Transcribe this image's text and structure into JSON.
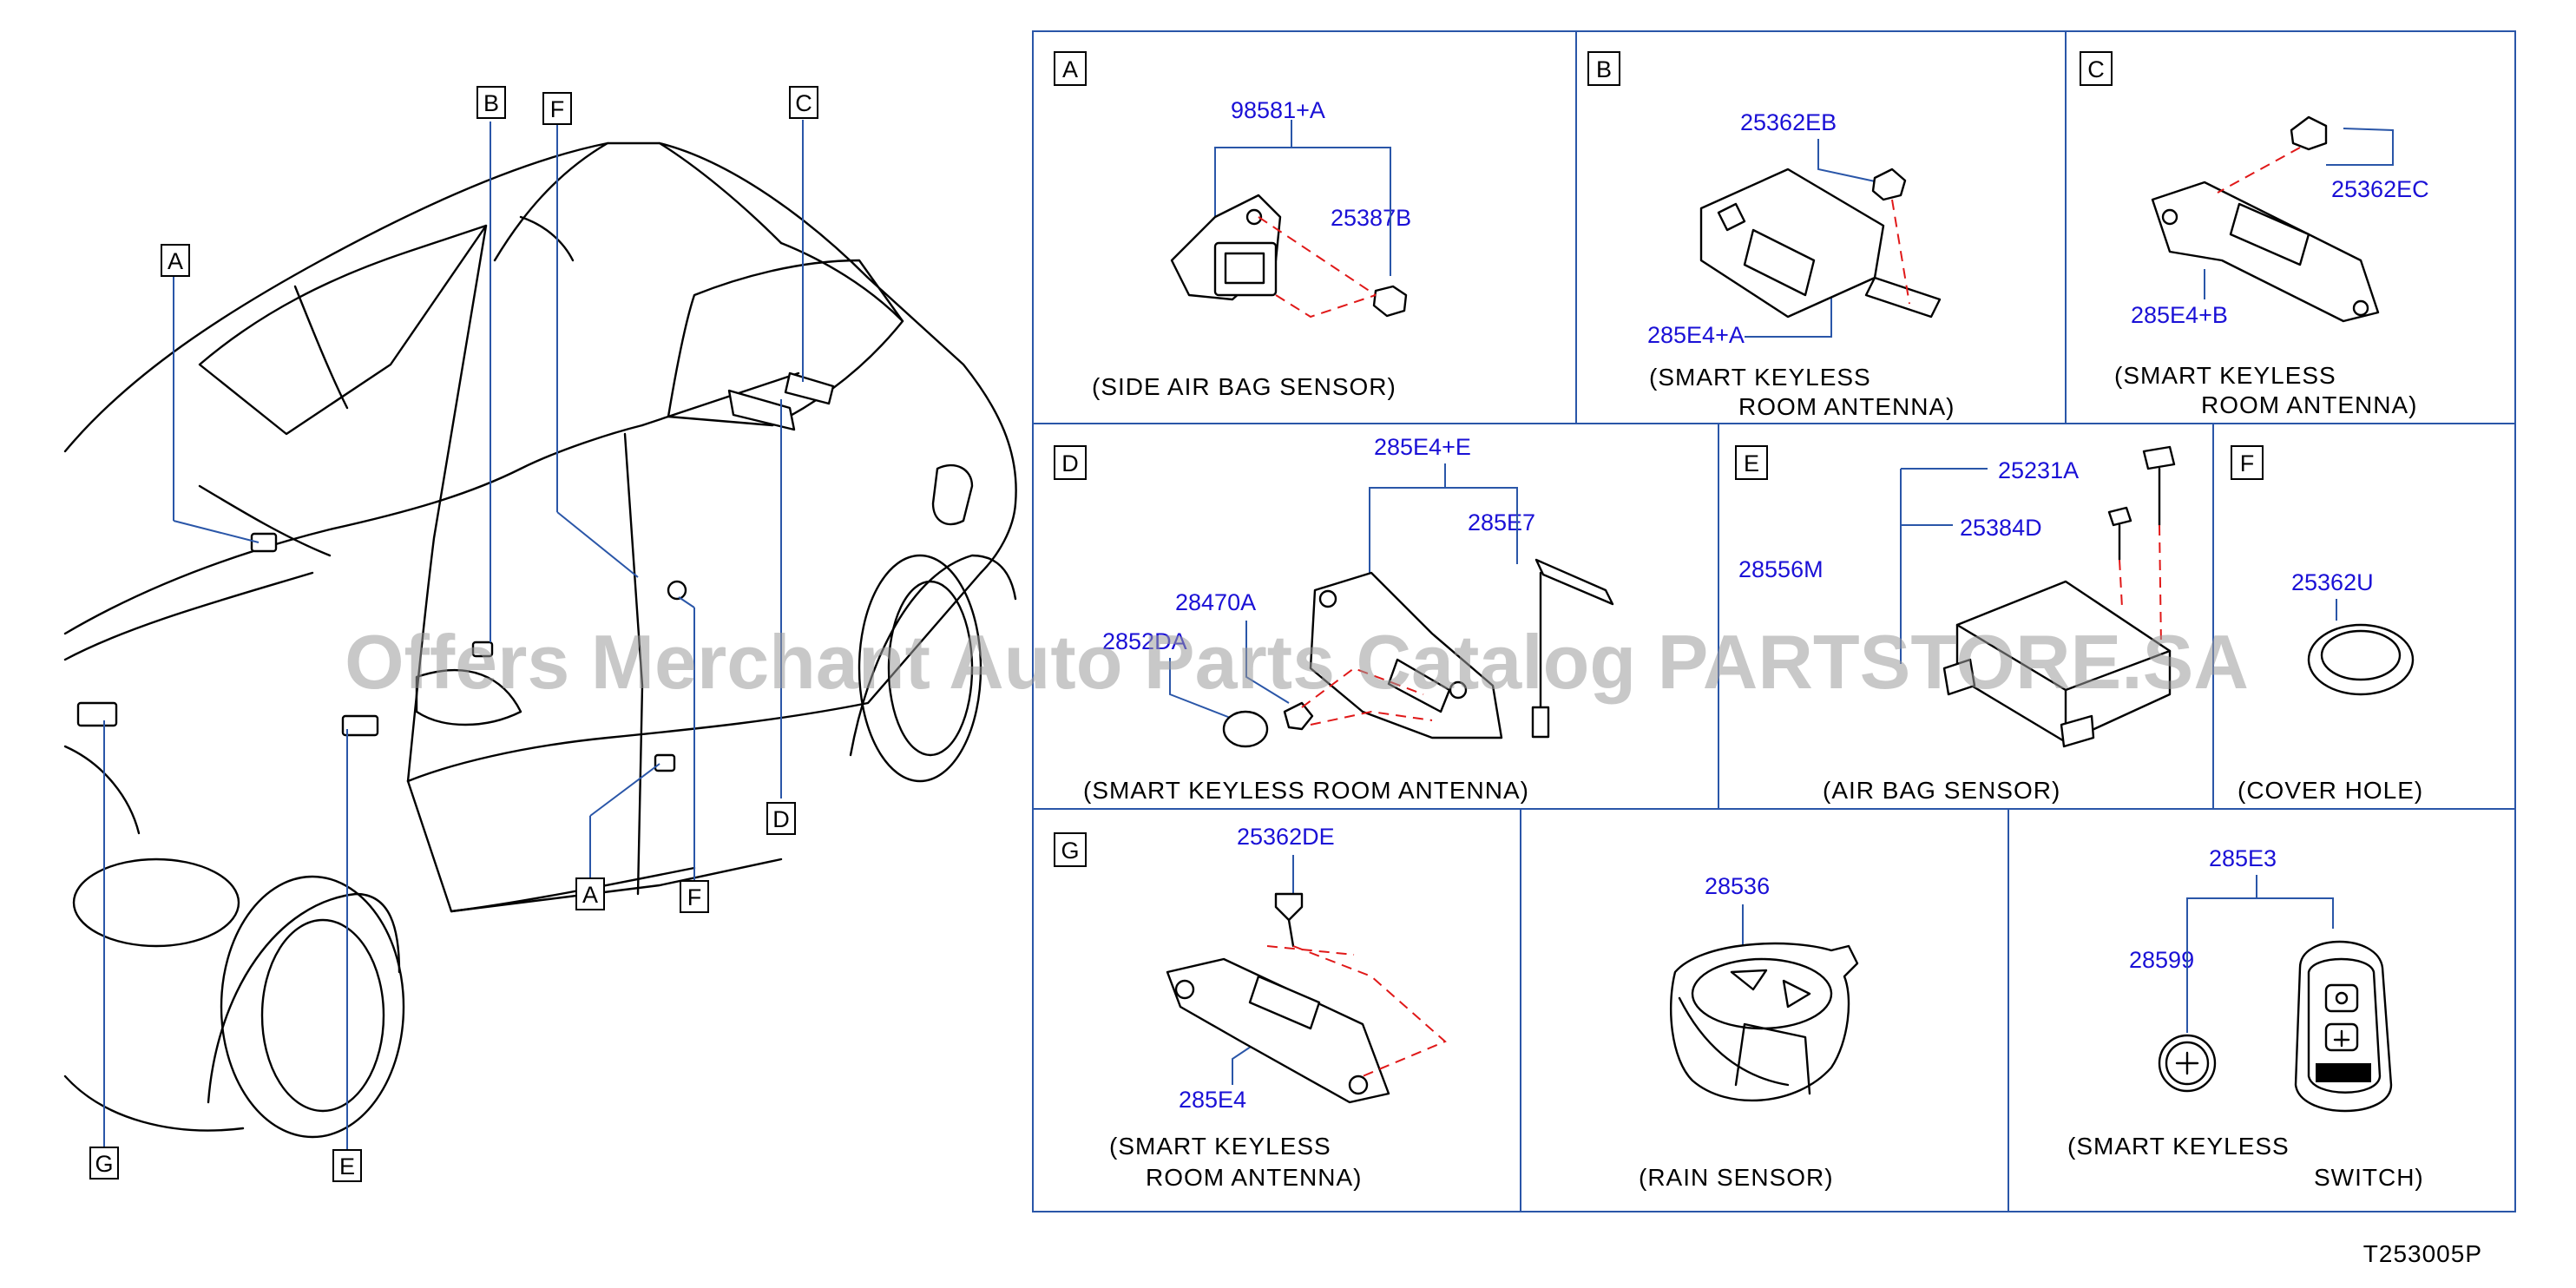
{
  "diagram_code": "T253005P",
  "watermark": "Offers Merchant Auto Parts Catalog PARTSTORE.SA",
  "vehicle_callouts": [
    "A",
    "B",
    "C",
    "D",
    "E",
    "F",
    "G",
    "A",
    "F"
  ],
  "panels": {
    "A": {
      "letter": "A",
      "parts": [
        "98581+A",
        "25387B"
      ],
      "caption": [
        "(SIDE   AIR   BAG   SENSOR)"
      ]
    },
    "B": {
      "letter": "B",
      "parts": [
        "25362EB",
        "285E4+A"
      ],
      "caption": [
        "(SMART   KEYLESS",
        "ROOM   ANTENNA)"
      ]
    },
    "C": {
      "letter": "C",
      "parts": [
        "25362EC",
        "285E4+B"
      ],
      "caption": [
        "(SMART   KEYLESS",
        "ROOM   ANTENNA)"
      ]
    },
    "D": {
      "letter": "D",
      "parts": [
        "285E4+E",
        "285E7",
        "28470A",
        "2852DA"
      ],
      "caption": [
        "(SMART   KEYLESS   ROOM   ANTENNA)"
      ]
    },
    "E": {
      "letter": "E",
      "parts": [
        "25231A",
        "25384D",
        "28556M"
      ],
      "caption": [
        "(AIR   BAG   SENSOR)"
      ]
    },
    "F": {
      "letter": "F",
      "parts": [
        "25362U"
      ],
      "caption": [
        "(COVER   HOLE)"
      ]
    },
    "G": {
      "letter": "G",
      "parts": [
        "25362DE",
        "285E4"
      ],
      "caption": [
        "(SMART   KEYLESS",
        "ROOM   ANTENNA)"
      ]
    },
    "H": {
      "parts": [
        "28536"
      ],
      "caption": [
        "(RAIN   SENSOR)"
      ]
    },
    "I": {
      "parts": [
        "285E3",
        "28599"
      ],
      "caption": [
        "(SMART   KEYLESS",
        "SWITCH)"
      ]
    }
  }
}
